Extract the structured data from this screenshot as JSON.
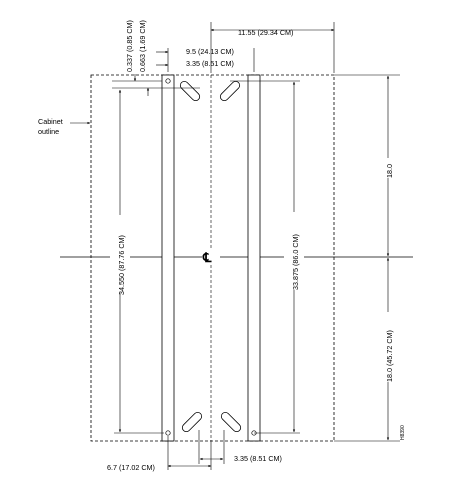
{
  "diagram": {
    "cabinet_label_line1": "Cabinet",
    "cabinet_label_line2": "outline",
    "centerline_symbol": "℄",
    "figure_id": "H8390",
    "dimensions": {
      "top_overall": "11.55 (29.34 CM)",
      "top_rail_span": "9.5 (24.13 CM)",
      "top_hole_offset": "3.35 (8.51 CM)",
      "vertical_small_1": "0.337 (0.85 CM)",
      "vertical_small_2": "0.663 (1.69 CM)",
      "left_height": "34.550 (87.76 CM)",
      "right_height": "33.875 (86.0 CM)",
      "right_top": "18.0",
      "right_bottom": "18.0 (45.72 CM)",
      "bottom_left": "6.7 (17.02 CM)",
      "bottom_right": "3.35 (8.51 CM)"
    }
  }
}
